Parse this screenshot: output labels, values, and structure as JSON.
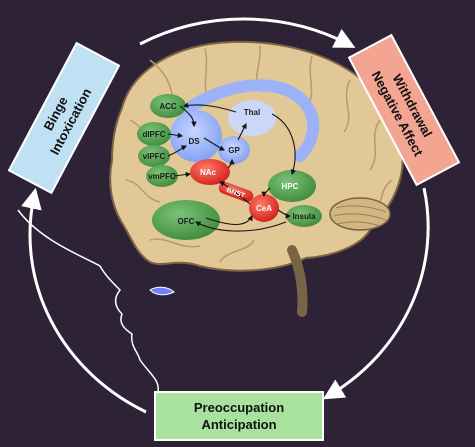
{
  "cycle": {
    "stages": [
      {
        "id": "binge",
        "lines": [
          "Binge",
          "Intoxication"
        ],
        "fill": "#bfe1f3"
      },
      {
        "id": "withdrawal",
        "lines": [
          "Withdrawal",
          "Negative Affect"
        ],
        "fill": "#f3a592"
      },
      {
        "id": "preoccupation",
        "lines": [
          "Preoccupation",
          "Anticipation"
        ],
        "fill": "#a8e29e"
      }
    ],
    "arrow_color": "#ffffff"
  },
  "regions": {
    "acc": "ACC",
    "dlpfc": "dlPFC",
    "vlpfc": "vlPFC",
    "vmpfc": "vmPFC",
    "ofc": "OFC",
    "ds": "DS",
    "gp": "GP",
    "thal": "Thal",
    "nac": "NAc",
    "bnst": "BNST",
    "cea": "CeA",
    "hpc": "HPC",
    "insula": "Insula"
  },
  "colors": {
    "background": "#2d2236",
    "brain": "#e2c896",
    "cortical_green": "#4f9e4c",
    "basal_blue": "#8ca8f5",
    "extended_amygdala_red": "#e0322a",
    "thalamus_lavender": "#c9d8fb"
  }
}
